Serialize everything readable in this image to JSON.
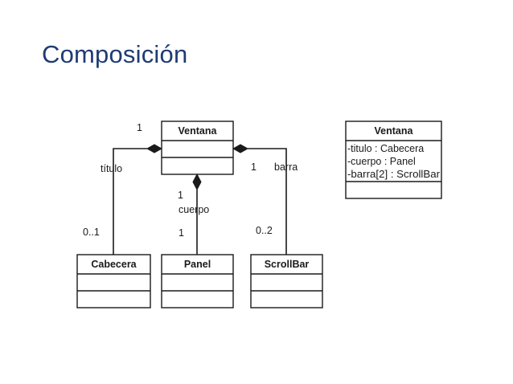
{
  "slide": {
    "title": "Composición"
  },
  "diagram": {
    "classes": {
      "ventana": "Ventana",
      "cabecera": "Cabecera",
      "panel": "Panel",
      "scrollbar": "ScrollBar"
    },
    "assoc_titulo": {
      "whole_multiplicity": "1",
      "role": "título",
      "part_multiplicity": "0..1"
    },
    "assoc_cuerpo": {
      "whole_multiplicity": "1",
      "role": "cuerpo",
      "part_multiplicity": "1"
    },
    "assoc_barra": {
      "whole_multiplicity": "1",
      "role": "barra",
      "part_multiplicity": "0..2"
    },
    "detail": {
      "name": "Ventana",
      "attributes": [
        "-titulo : Cabecera",
        "-cuerpo : Panel",
        "-barra[2] : ScrollBar"
      ]
    }
  }
}
